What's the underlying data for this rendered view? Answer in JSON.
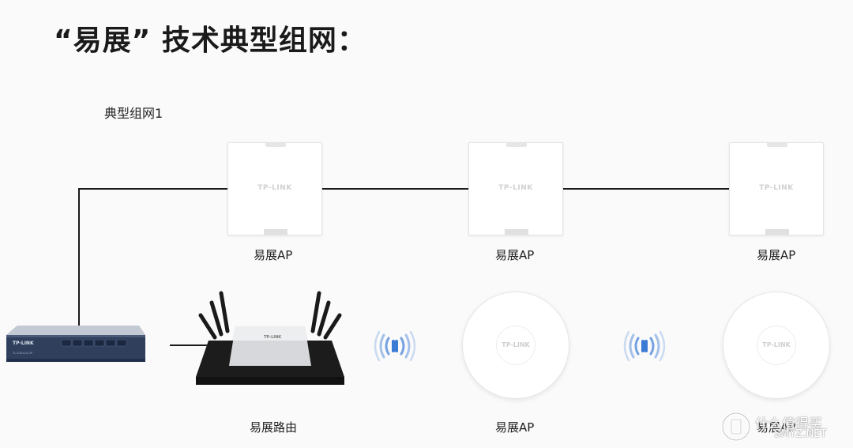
{
  "title": "“易展” 技术典型组网：",
  "subtitle": "典型组网1",
  "devices": {
    "panel_ap_logo": "TP-LINK",
    "ceiling_ap_logo": "TP-LINK",
    "switch_logo": "TP-LINK",
    "router_logo": "TP-LINK"
  },
  "labels": {
    "panel_ap_1": "易展AP",
    "panel_ap_2": "易展AP",
    "panel_ap_3": "易展AP",
    "router": "易展路由",
    "ceiling_ap_1": "易展AP",
    "ceiling_ap_2": "易展AP"
  },
  "watermark": {
    "text": "什么值得买",
    "site": "SMYZ.NET"
  },
  "colors": {
    "wire": "#1a1a1a",
    "wifi": "#3a7bd5",
    "switch_body": "#2f3f5c"
  }
}
